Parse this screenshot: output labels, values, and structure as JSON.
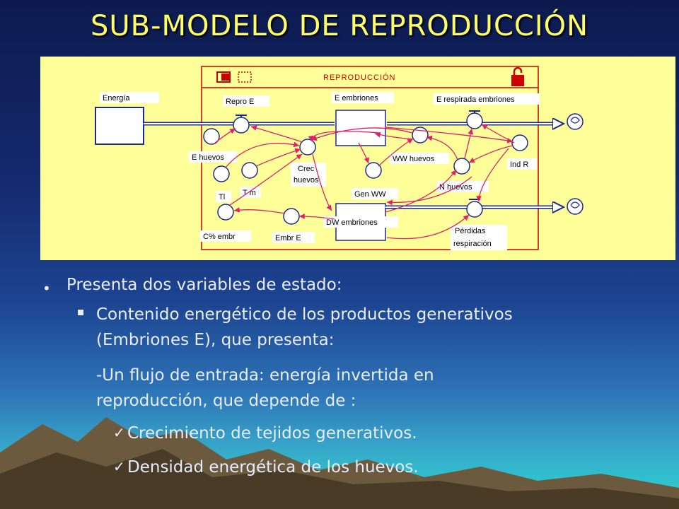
{
  "title": "SUB-MODELO DE REPRODUCCIÓN",
  "diagram": {
    "sector_title": "REPRODUCCIÓN",
    "labels": {
      "energia": "Energía",
      "repro_e": "Repro E",
      "e_embriones": "E embriones",
      "e_respirada": "E respirada embriones",
      "e_huevos": "E huevos",
      "crec_huevos_1": "Crec",
      "crec_huevos_2": "huevos",
      "ww_huevos": "WW huevos",
      "ind_r": "Ind R",
      "tl": "Tl",
      "t_m": "T m",
      "gen_ww": "Gen WW",
      "n_huevos": "N huevos",
      "c_embr": "C% embr",
      "embr_e": "Embr E",
      "dw_embriones": "DW embriones",
      "perdidas_1": "Pérdidas",
      "perdidas_2": "respiración"
    },
    "colors": {
      "background": "#ffff99",
      "sector_border": "#cc0000",
      "connector": "#e0206a",
      "flow": "#1a2a8c"
    }
  },
  "text": {
    "bullet_1": "Presenta dos variables de estado:",
    "sub_1_line_1": "Contenido energético de los productos generativos",
    "sub_1_line_2": "(Embriones E), que presenta:",
    "dash_line_1": "-Un flujo de entrada: energía invertida en",
    "dash_line_2": "reproducción, que depende de :",
    "check_1": "Crecimiento de tejidos generativos.",
    "check_2": "Densidad energética de los huevos."
  }
}
